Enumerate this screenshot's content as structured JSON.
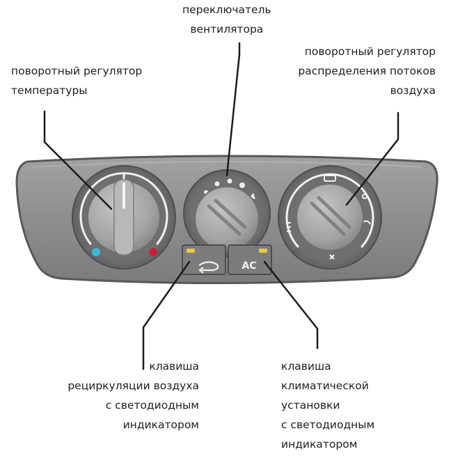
{
  "labels": {
    "fan_switch": [
      "переключатель",
      "вентилятора"
    ],
    "temperature_knob": [
      "поворотный регулятор",
      "температуры"
    ],
    "air_distribution_knob": [
      "поворотный регулятор",
      "распределения потоков",
      "воздуха"
    ],
    "recirculation_key": [
      "клавиша",
      "рециркуляции воздуха",
      "с светодиодным",
      "индикатором"
    ],
    "climate_key": [
      "клавиша",
      "климатической",
      "установки",
      "с светодиодным",
      "индикатором"
    ]
  },
  "buttons": {
    "ac_label": "AC"
  },
  "colors": {
    "panel": "#8e8e90",
    "panel_edge": "#58585a",
    "knob": "#a9a9ab",
    "leader": "#1a1a1a",
    "cold_dot": "#3fb8d8",
    "hot_dot": "#c8203a",
    "led": "#e7c84a"
  },
  "icons": [
    "fan-speed-scale-icons",
    "air-flow-mode-icons",
    "recirculation-arrow-icon"
  ]
}
